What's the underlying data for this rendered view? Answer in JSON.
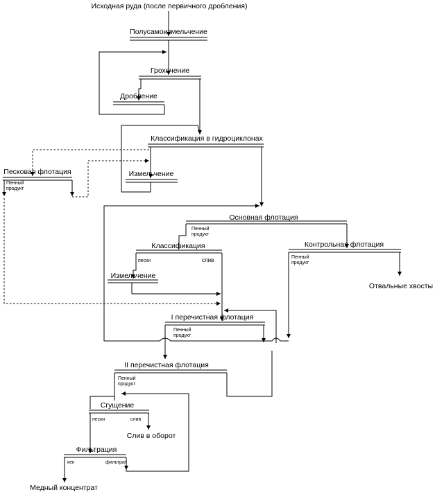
{
  "nodes": {
    "ore": "Исходная руда (после первичного дробления)",
    "semi_autogenous": "Полусамоизмельчение",
    "screening": "Грохочение",
    "crushing": "Дробление",
    "hydrocyclone": "Классификация в гидроциклонах",
    "sand_flotation": "Песковая флотация",
    "grinding1": "Измельчение",
    "main_flotation": "Основная флотация",
    "classification": "Классификация",
    "control_flotation": "Контрольная флотация",
    "grinding2": "Измельчение",
    "tailings": "Отвальные хвосты",
    "cleaner1": "I перечистная флотация",
    "cleaner2": "II перечистная флотация",
    "thickening": "Сгущение",
    "overflow_return": "Слив в оборот",
    "filtration": "Фильтрация",
    "copper_concentrate": "Медный концентрат"
  },
  "small_labels": {
    "froth": "Пенный",
    "product": "продукт",
    "sands": "пески",
    "overflow_main": "слив",
    "overflow_small": "слив",
    "cake": "кек",
    "filtrate": "фильтрат"
  },
  "colors": {
    "line": "#000000",
    "background": "#ffffff"
  }
}
